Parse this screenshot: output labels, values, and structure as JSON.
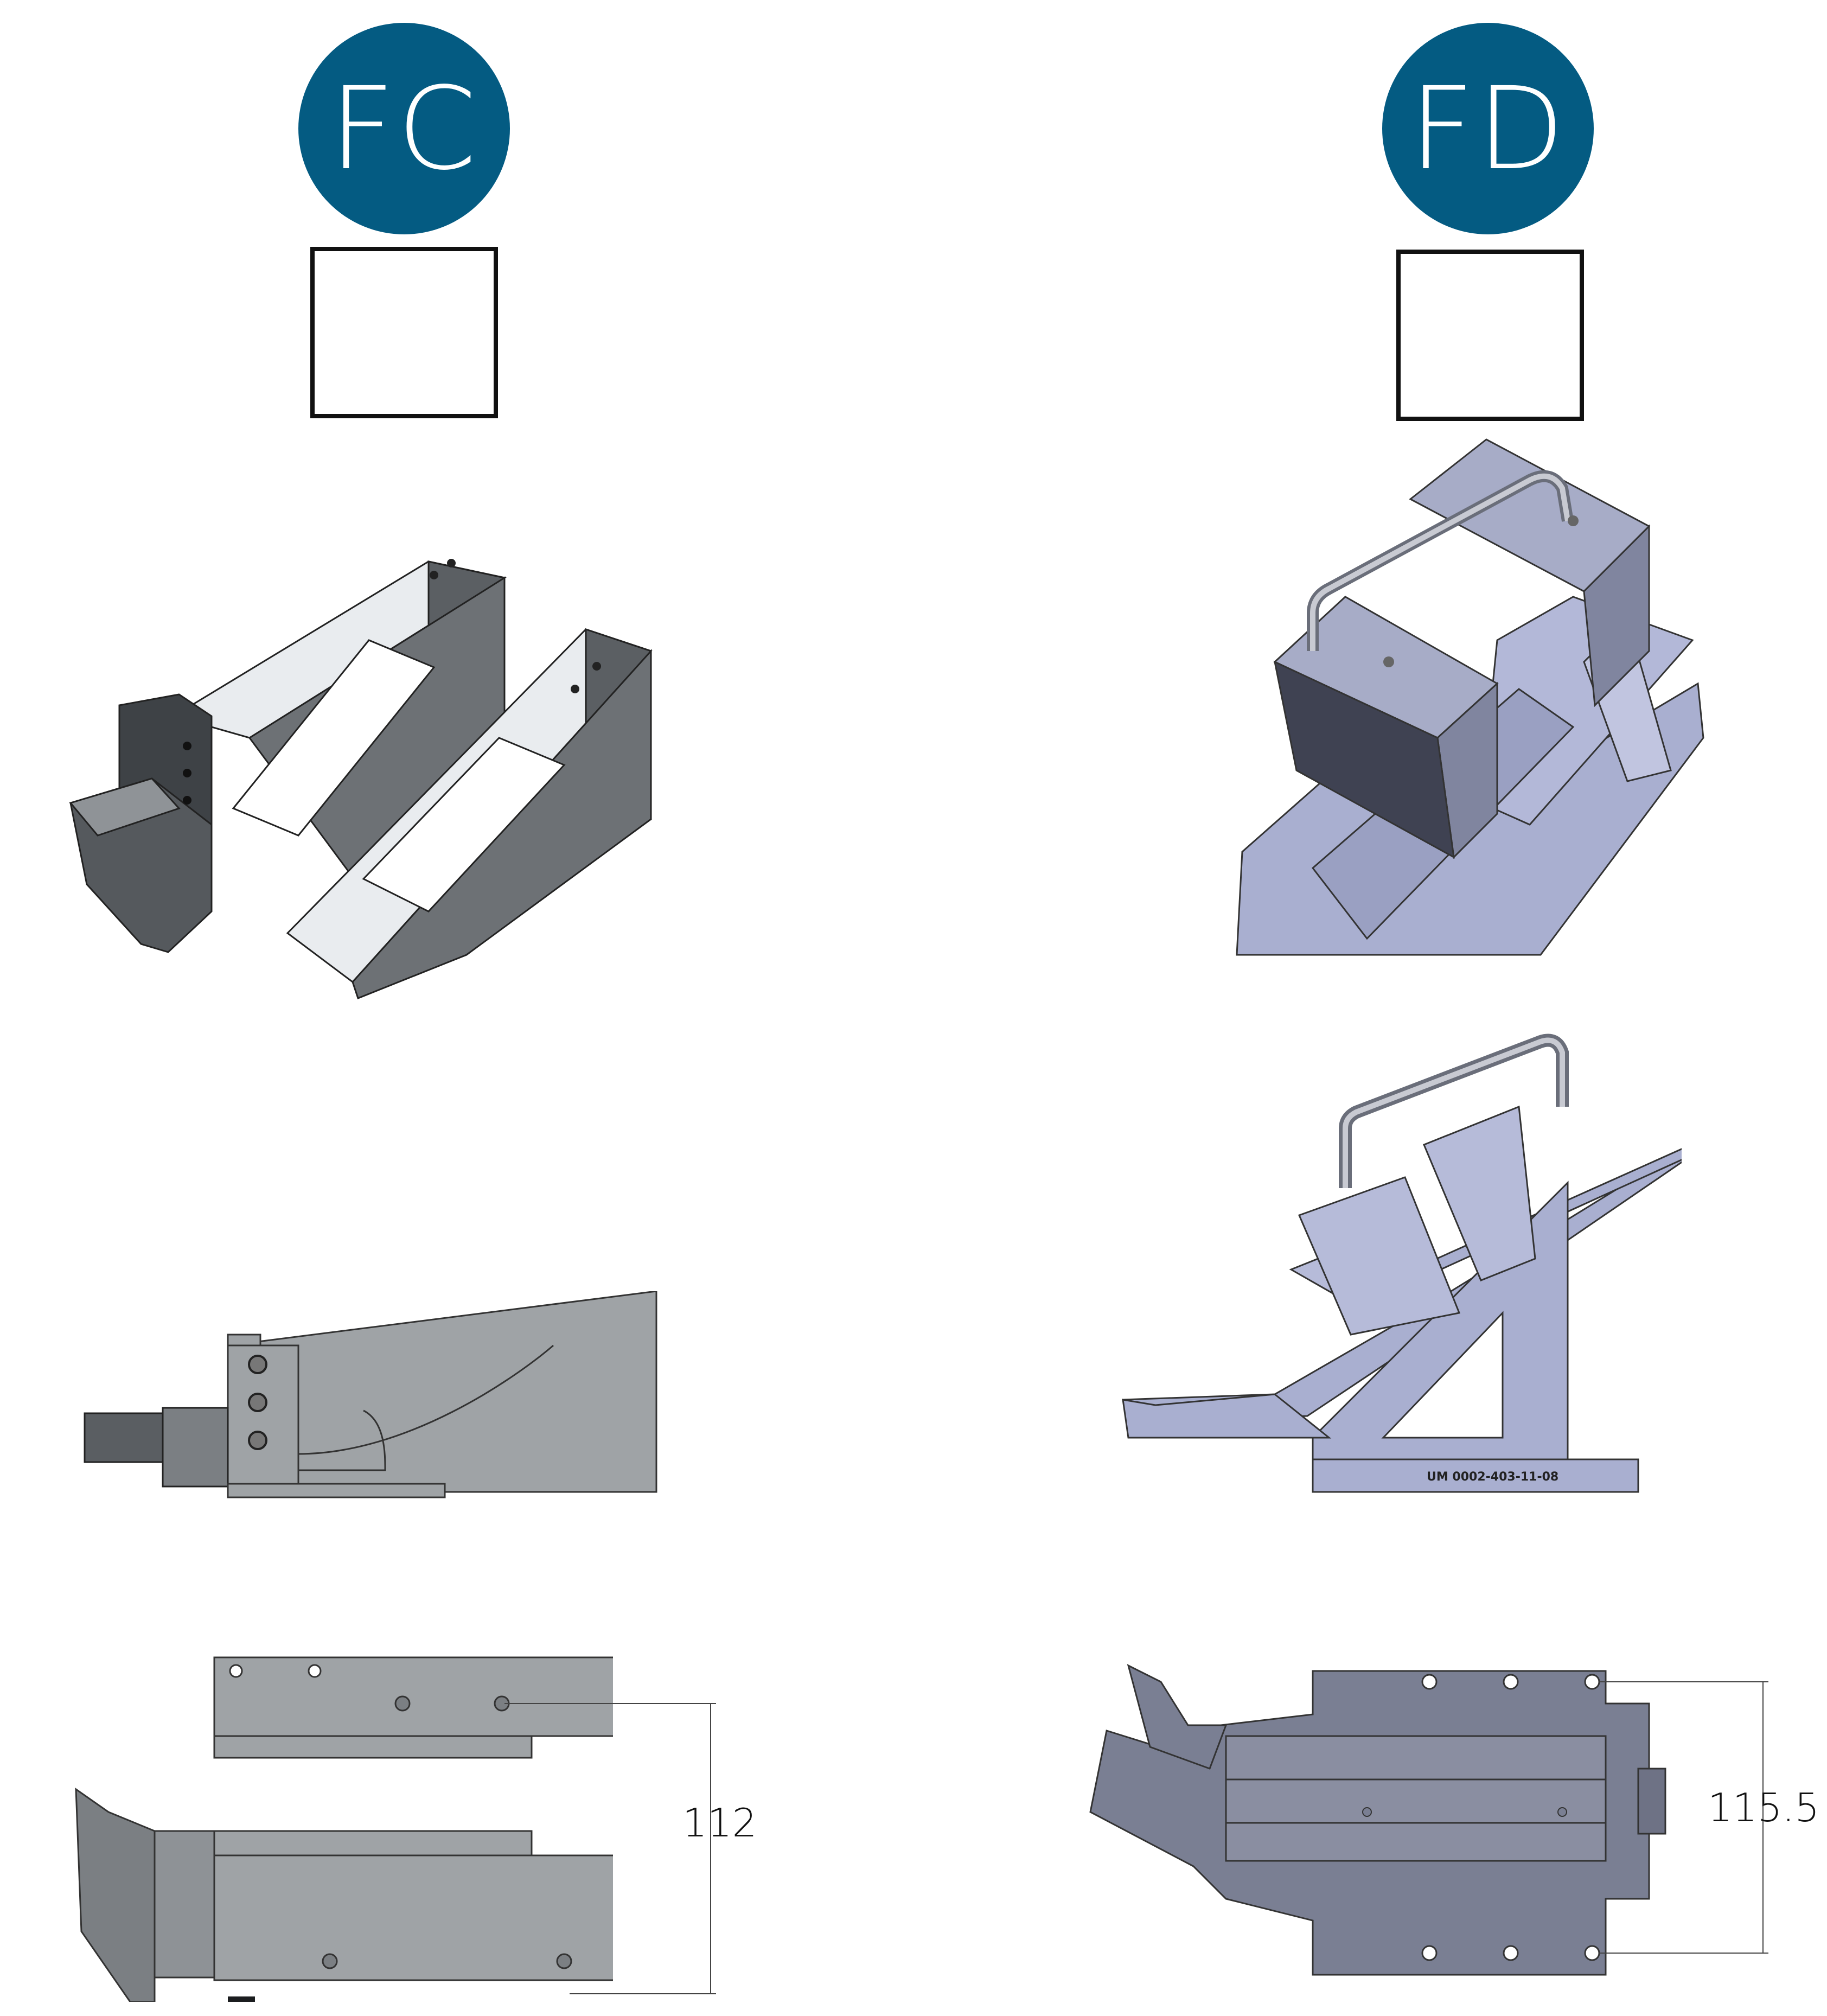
{
  "options": [
    {
      "id": "FC",
      "label": "FC",
      "dimension": "112",
      "checked": false
    },
    {
      "id": "FD",
      "label": "FD",
      "dimension": "115.5",
      "checked": false,
      "part_label": "UM 0002-403-11-08"
    }
  ],
  "colors": {
    "badge": "#045b82",
    "part_grey": "#9fa3a6",
    "part_blue": "#a9afd0"
  }
}
